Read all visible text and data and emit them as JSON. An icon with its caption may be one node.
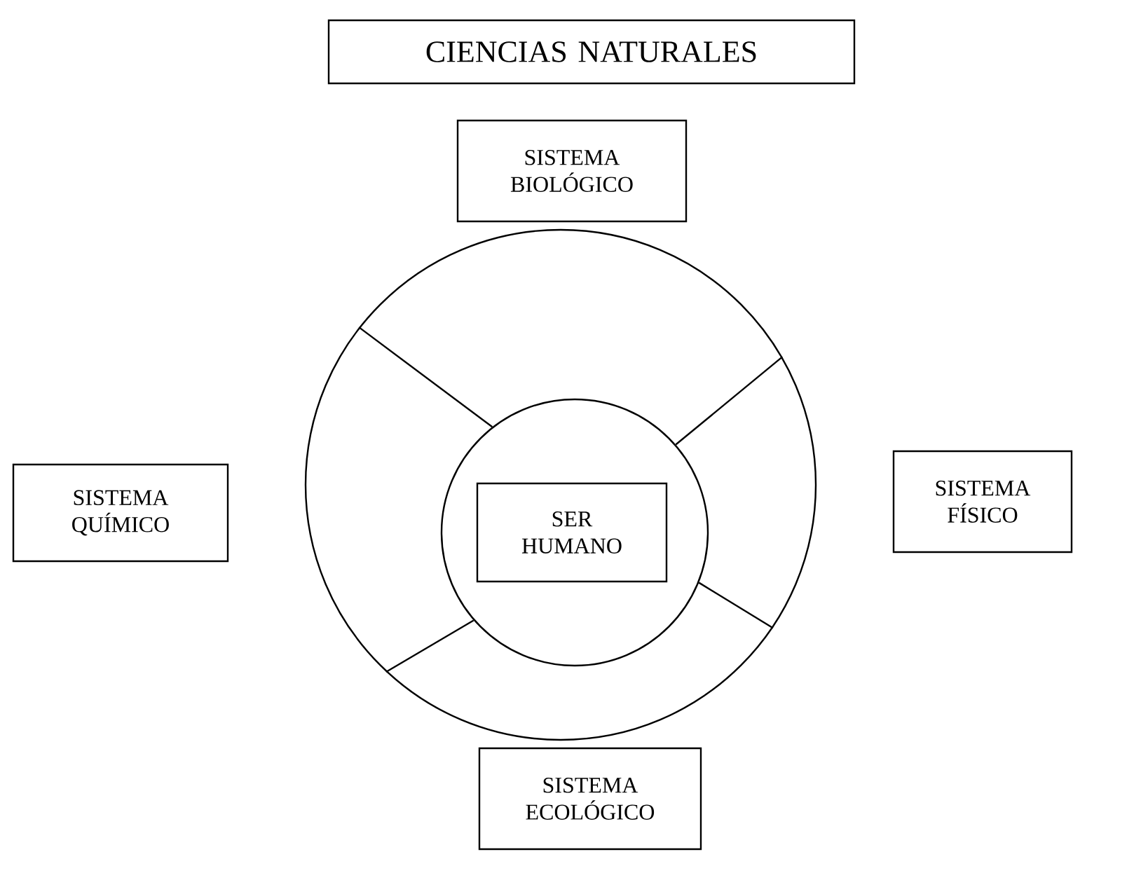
{
  "diagram": {
    "nodes": [
      {
        "text": [
          "CIENCIAS NATURALES"
        ]
      },
      {
        "text": [
          "SISTEMA BIOLÓGICO"
        ]
      },
      {
        "text": [],
        "shape": "circle"
      },
      {
        "text": [],
        "shape": "circle",
        "in": 2
      },
      {
        "text": [
          "SER HUMANO"
        ],
        "in": 3
      },
      {
        "text": [
          "SISTEMA QUÍMICO"
        ]
      },
      {
        "text": [
          "SISTEMA FÍSICO"
        ]
      },
      {
        "text": [
          "SISTEMA ECOLÓGICO"
        ]
      }
    ],
    "edges": [
      {
        "from": 3,
        "to": 2,
        "arrow": "none"
      },
      {
        "from": 3,
        "to": 2,
        "arrow": "none"
      },
      {
        "from": 3,
        "to": 2,
        "arrow": "none"
      },
      {
        "from": 3,
        "to": 2,
        "arrow": "none"
      }
    ]
  }
}
